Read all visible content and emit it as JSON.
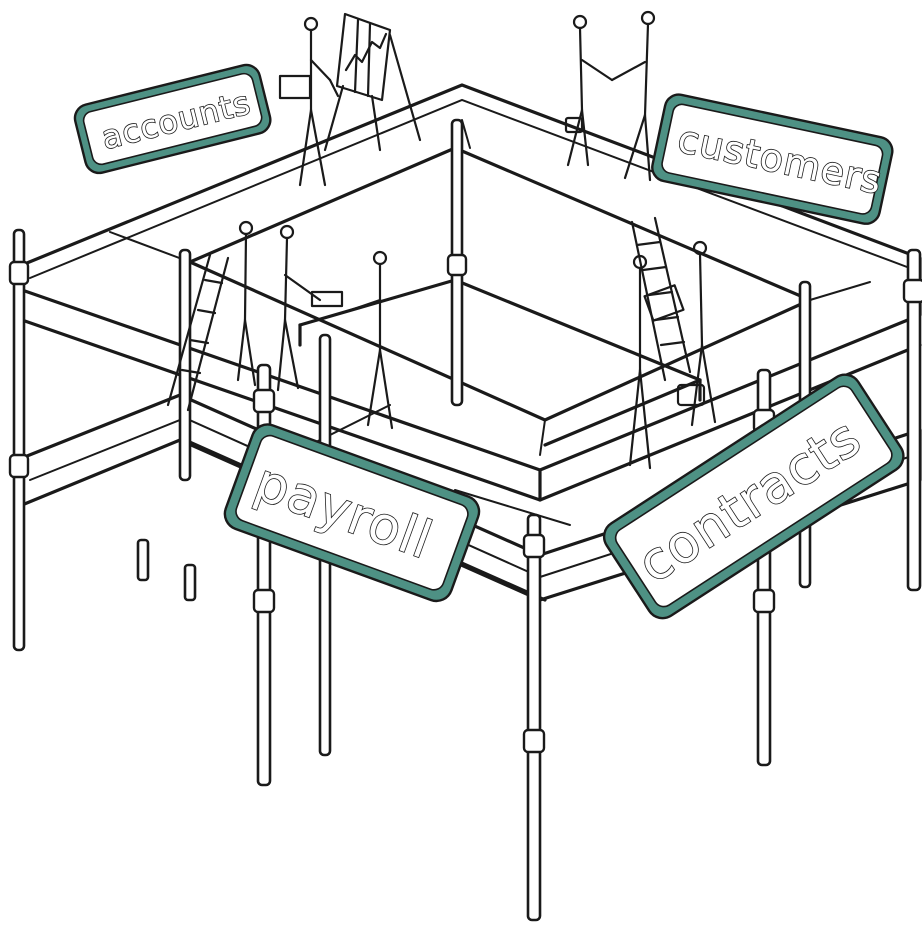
{
  "colors": {
    "sign_border": "#4e9184",
    "ink": "#1a1a1a",
    "background": "#ffffff"
  },
  "signs": {
    "accounts": "accounts",
    "customers": "customers",
    "payroll": "payroll",
    "contracts": "contracts"
  },
  "icons": [
    "chart-easel-icon",
    "briefcase-icon",
    "ladder-icon",
    "document-icon"
  ]
}
